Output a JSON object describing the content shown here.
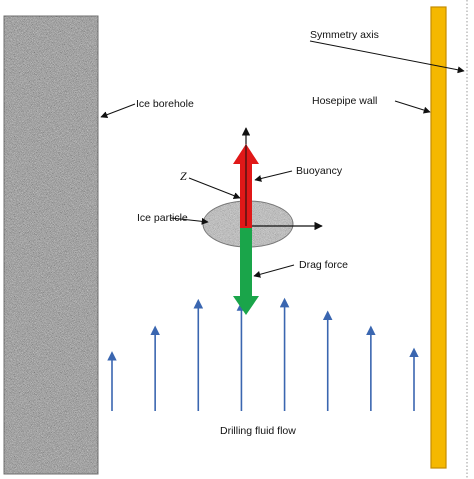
{
  "labels": {
    "ice_borehole": "Ice borehole",
    "symmetry_axis": "Symmetry axis",
    "hosepipe_wall": "Hosepipe wall",
    "buoyancy": "Buoyancy",
    "z_vector": "Z⃗",
    "ice_particle": "Ice particle",
    "drag_force": "Drag force",
    "drilling_fluid_flow": "Drilling fluid flow"
  },
  "colors": {
    "borehole_base": "#8c8c8c",
    "hosepipe_fill": "#f5b800",
    "hosepipe_edge": "#c58d00",
    "buoyancy_arrow": "#e01818",
    "drag_arrow": "#1aa54a",
    "flow_arrows": "#3a66b0",
    "particle_fill": "#b8b8b8",
    "axis_line": "#999999"
  },
  "flow_arrow_heights": [
    0.5,
    0.72,
    0.95,
    0.93,
    0.96,
    0.85,
    0.72,
    0.53
  ]
}
